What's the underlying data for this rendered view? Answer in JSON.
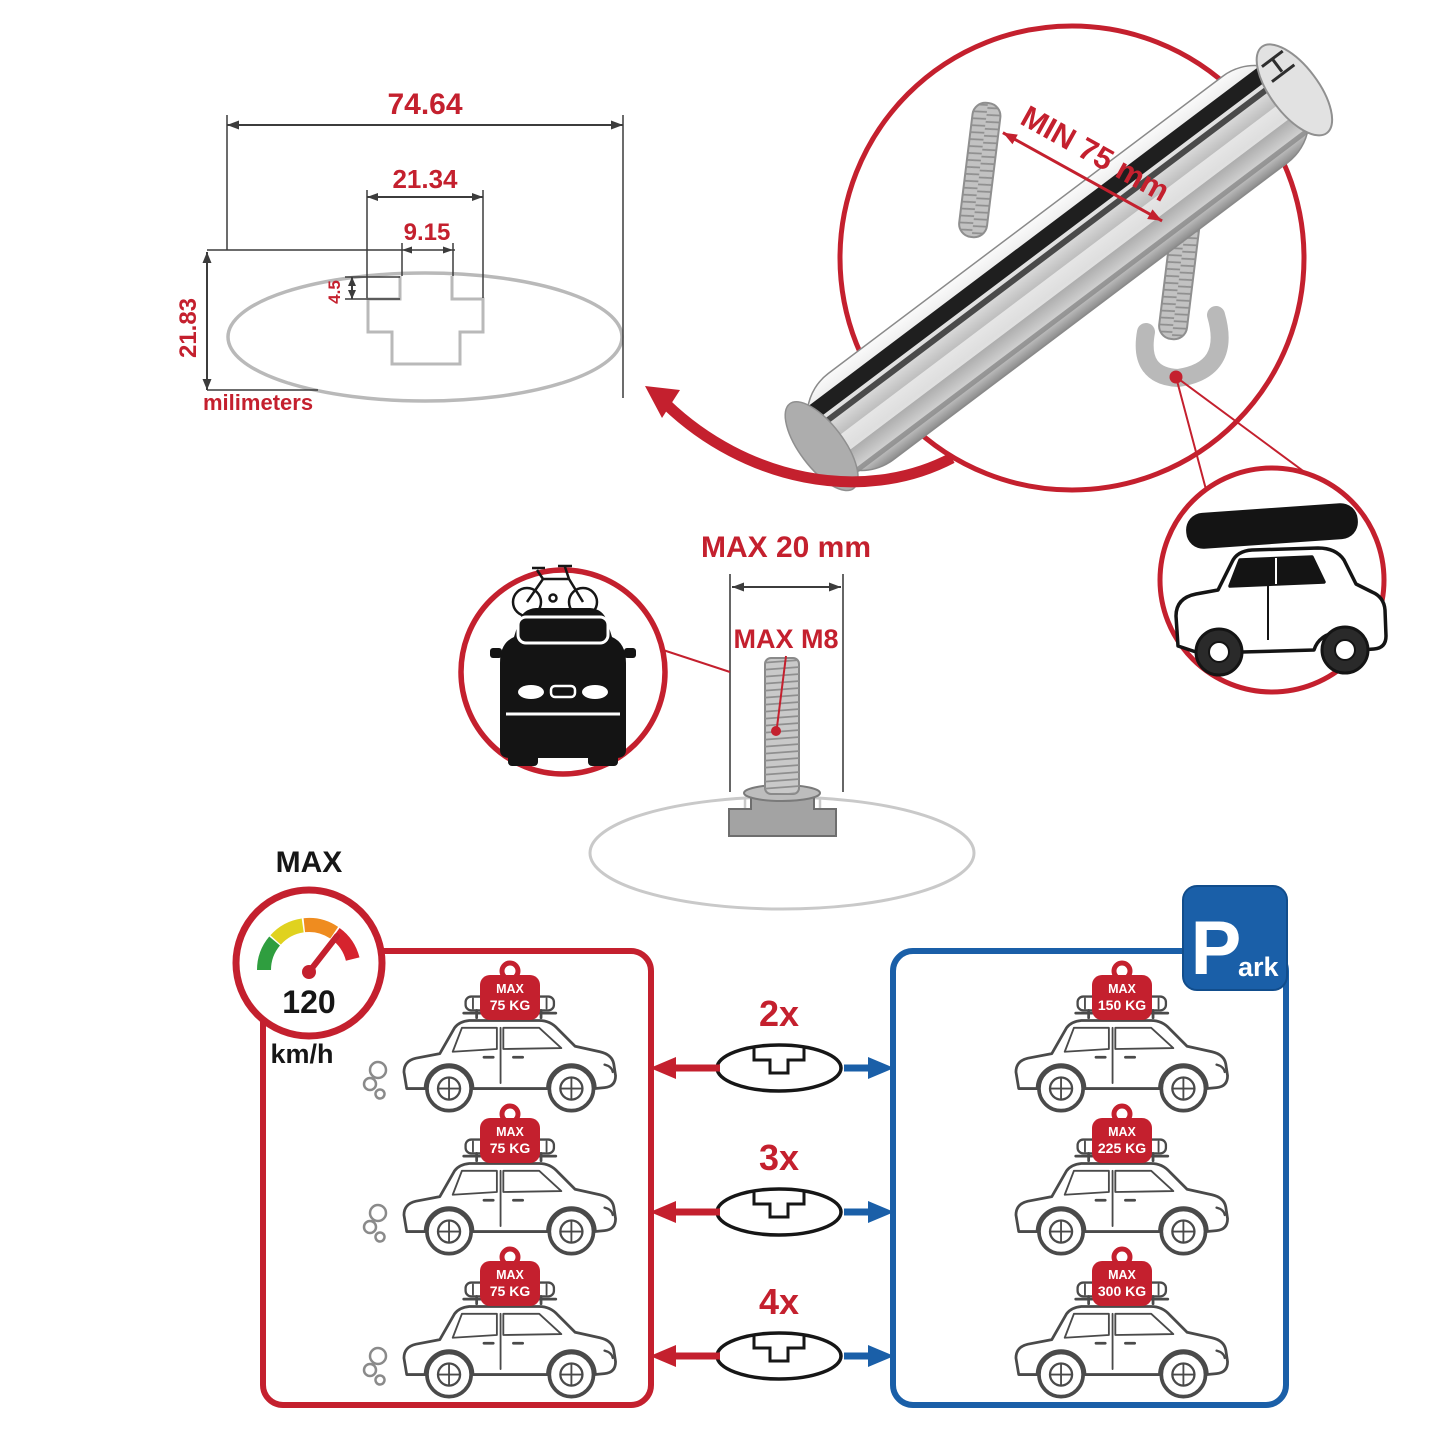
{
  "colors": {
    "accent_red": "#c4202e",
    "accent_blue": "#1a5fa8",
    "metal_gray": "#b9b9b9",
    "line_dark": "#3c3c3c"
  },
  "profile_dimensions": {
    "total_width": "74.64",
    "channel_outer_width": "21.34",
    "channel_inner_width": "9.15",
    "channel_depth": "4.5",
    "total_height": "21.83",
    "units": "milimeters"
  },
  "bar_detail": {
    "clamp_min_width": "MIN 75 mm"
  },
  "bolt_detail": {
    "max_length": "MAX 20 mm",
    "max_thread": "MAX M8"
  },
  "speed_limit": {
    "label": "MAX",
    "value": "120",
    "units": "km/h"
  },
  "parking_sign": {
    "letter": "P",
    "rest": "ark"
  },
  "driving_panel": {
    "loads": [
      {
        "line1": "MAX",
        "line2": "75 KG"
      },
      {
        "line1": "MAX",
        "line2": "75 KG"
      },
      {
        "line1": "MAX",
        "line2": "75 KG"
      }
    ]
  },
  "crossbar_counts": [
    {
      "label": "2x"
    },
    {
      "label": "3x"
    },
    {
      "label": "4x"
    }
  ],
  "parked_panel": {
    "loads": [
      {
        "line1": "MAX",
        "line2": "150 KG"
      },
      {
        "line1": "MAX",
        "line2": "225 KG"
      },
      {
        "line1": "MAX",
        "line2": "300 KG"
      }
    ]
  }
}
